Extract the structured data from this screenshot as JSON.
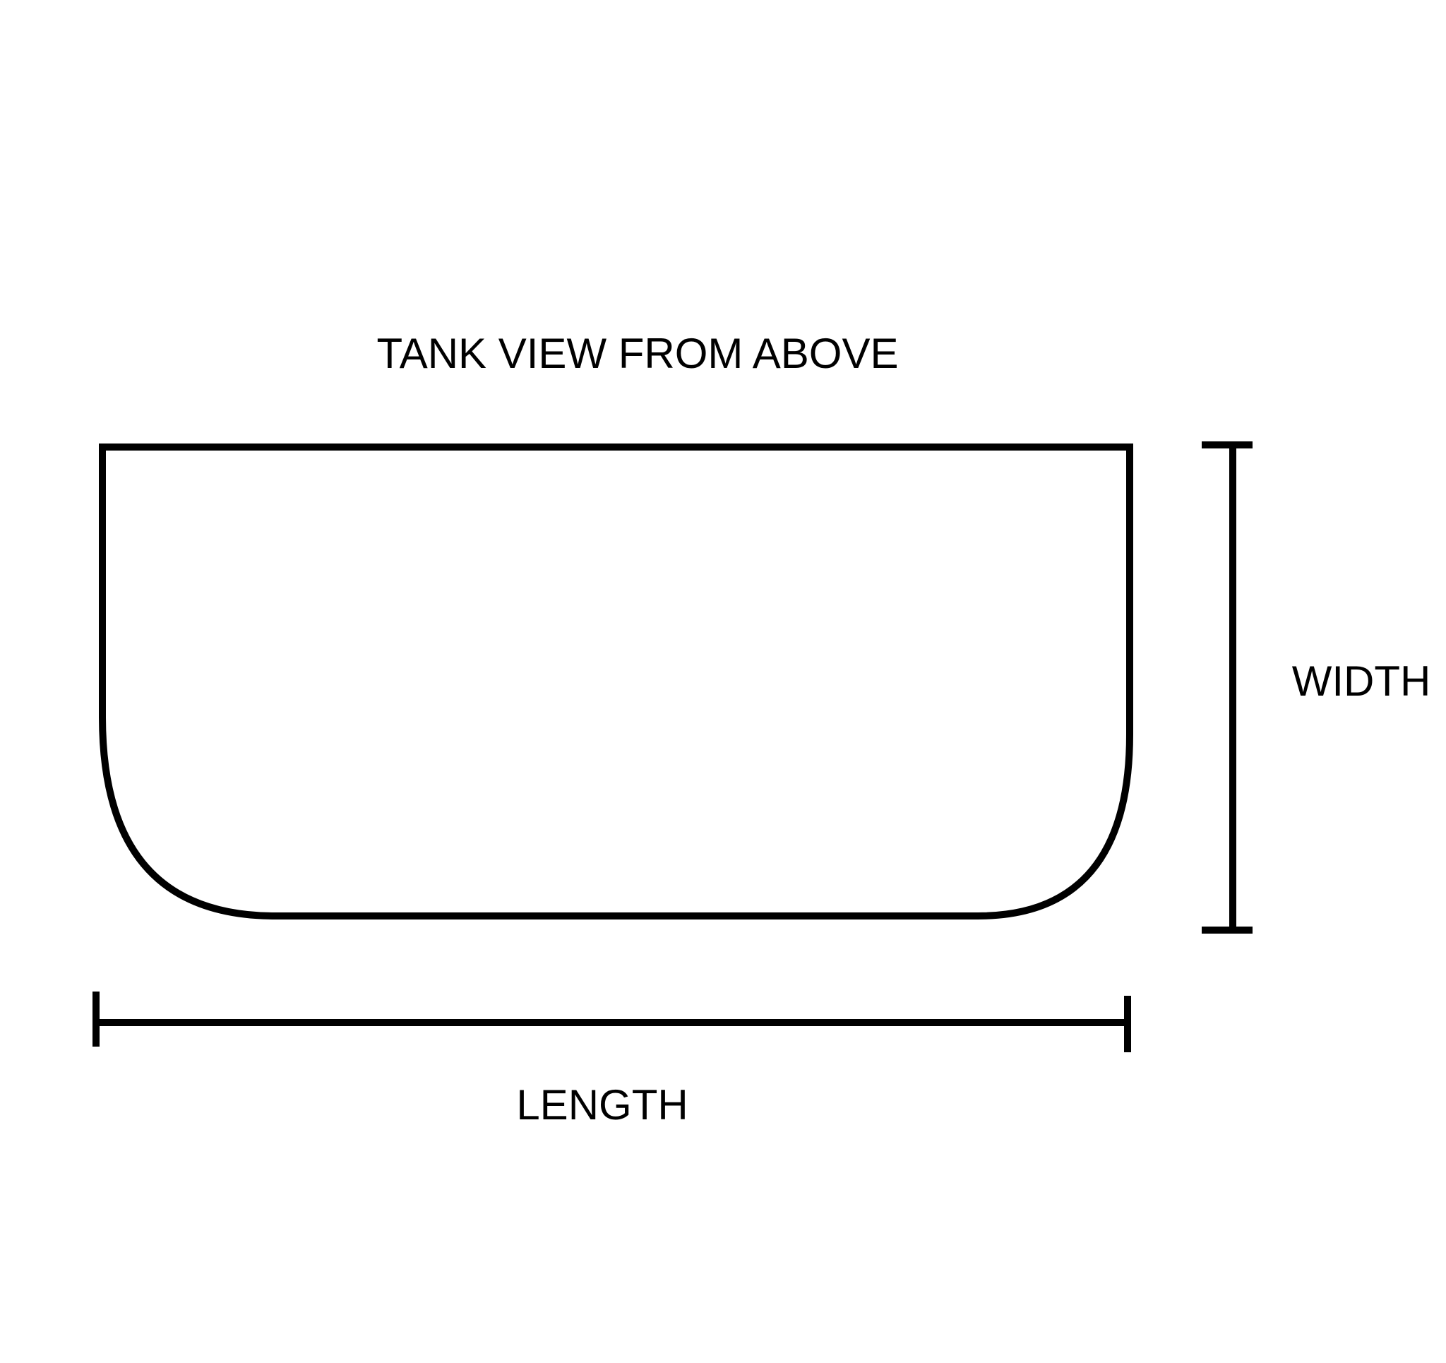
{
  "diagram": {
    "title": "TANK VIEW FROM ABOVE",
    "width_label": "WIDTH",
    "length_label": "LENGTH",
    "line_color": "#000000",
    "background_color": "#ffffff"
  }
}
